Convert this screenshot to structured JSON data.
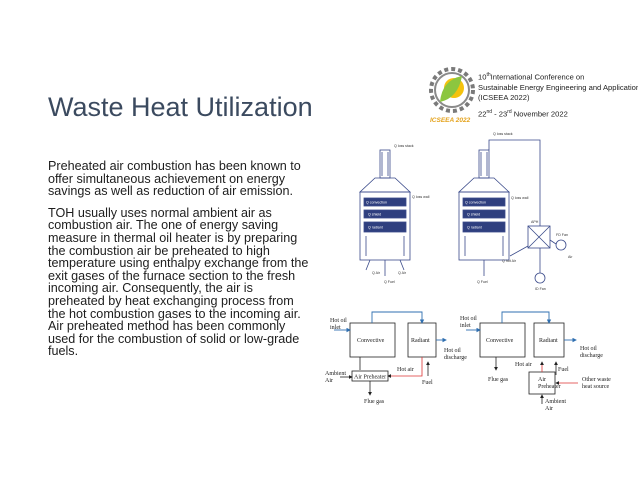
{
  "slide": {
    "title": "Waste Heat Utilization",
    "paragraphs": [
      "Preheated air combustion has been known to offer simultaneous achievement on energy savings as well as reduction of air emission.",
      "TOH usually uses normal ambient air as combustion air. The one of energy saving measure in thermal oil heater is by preparing the combustion air be preheated to high temperature using enthalpy exchange from the exit gases of the furnace section to the fresh incoming air. Consequently, the air is preheated by heat exchanging process from the hot combustion gases to the incoming air. Air preheated method has been commonly used for the combustion of solid or low-grade fuels."
    ]
  },
  "conference": {
    "line1_pre": "10",
    "line1_sup": "th",
    "line1_post": "International Conference on",
    "line2": "Sustainable Energy Engineering and Application",
    "line3": "(ICSEEA 2022)",
    "date_pre": "22",
    "date_sup1": "nd",
    "date_mid": " - 23",
    "date_sup2": "rd",
    "date_post": " November 2022",
    "logo_text": "ICSEEA 2022",
    "colors": {
      "gear": "#7a7a7a",
      "leaf": "#8cc63f",
      "sun": "#f4c20d",
      "logo_text": "#e4a21b"
    }
  },
  "heater_left": {
    "labels": {
      "stack": "Q loss stack",
      "convection": "Q convection",
      "shield": "Q shield",
      "radiant": "Q radiant",
      "wall": "Q loss wall",
      "air": "Q Air",
      "fuel": "Q Fuel",
      "air2": "Q Air"
    }
  },
  "heater_right": {
    "labels": {
      "stack": "Q loss stack",
      "convection": "Q convection",
      "shield": "Q shield",
      "radiant": "Q radiant",
      "wall": "Q loss wall",
      "aph": "APH",
      "hot_air": "Q hot Air",
      "fuel": "Q Fuel",
      "fd_fan": "FD Fan",
      "id_fan": "ID Fan",
      "air": "Air"
    }
  },
  "schematic_left": {
    "hot_oil_inlet": "Hot oil inlet",
    "convective": "Convective",
    "radiant": "Radiant",
    "hot_oil_discharge": "Hot oil discharge",
    "ambient_air": "Ambient Air",
    "air_preheater": "Air Preheater",
    "hot_air": "Hot air",
    "fuel": "Fuel",
    "flue_gas": "Flue gas"
  },
  "schematic_right": {
    "hot_oil_inlet": "Hot oil inlet",
    "convective": "Convective",
    "radiant": "Radiant",
    "hot_oil_discharge": "Hot oil discharge",
    "flue_gas": "Flue gas",
    "hot_air": "Hot air",
    "fuel": "Fuel",
    "air_preheater": "Air Preheater",
    "other_waste_heat": "Other waste heat source",
    "ambient_air": "Ambient Air"
  }
}
